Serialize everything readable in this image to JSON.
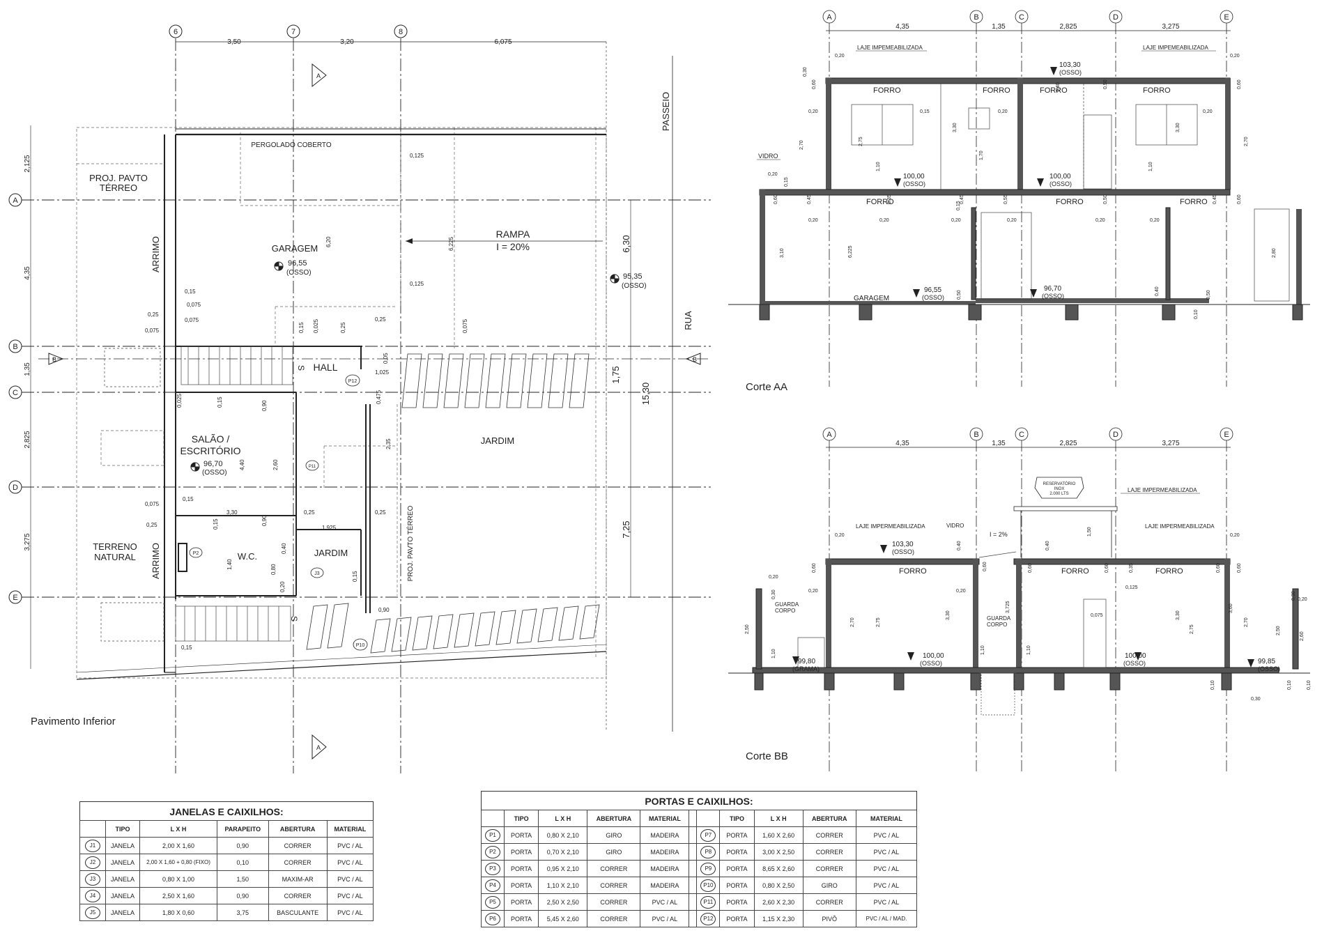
{
  "plan": {
    "title": "Pavimento Inferior",
    "axes_top": [
      "6",
      "7",
      "8"
    ],
    "axes_left": [
      "A",
      "B",
      "C",
      "D",
      "E"
    ],
    "dims_top": [
      "3,50",
      "3,20",
      "6,075"
    ],
    "dims_left": [
      "2,125",
      "4,35",
      "1,35",
      "2,825",
      "3,275"
    ],
    "dims_right": [
      "6,30",
      "1,75",
      "15,30",
      "7,25"
    ],
    "labels": {
      "proj_pavto_1": "PROJ. PAVTO",
      "proj_pavto_2": "TÉRREO",
      "pergolado": "PERGOLADO COBERTO",
      "garagem": "GARAGEM",
      "garagem_level": "96,55",
      "osso": "(OSSO)",
      "rampa": "RAMPA",
      "rampa_i": "I = 20%",
      "ext_level": "95,35",
      "passeio": "PASSEIO",
      "rua": "RUA",
      "hall": "HALL",
      "salao_1": "SALÃO /",
      "salao_2": "ESCRITÓRIO",
      "salao_level": "96,70",
      "jardim_big": "JARDIM",
      "jardim_small": "JARDIM",
      "wc": "W.C.",
      "terreno_1": "TERRENO",
      "terreno_2": "NATURAL",
      "arrimo": "ARRIMO",
      "proj_pavto_vert": "PROJ. PAVTO TÉRREO",
      "cut_a": "A",
      "cut_b": "B",
      "stair_s": "S",
      "p12": "P12",
      "p11": "P11",
      "p2": "P2",
      "p10": "P10",
      "j3": "J3"
    },
    "small_dims": [
      "0,125",
      "0,125",
      "0,15",
      "0,075",
      "0,075",
      "0,25",
      "0,075",
      "0,15",
      "0,025",
      "0,25",
      "0,25",
      "0,05",
      "1,025",
      "0,475",
      "2,35",
      "0,025",
      "0,15",
      "0,90",
      "2,60",
      "4,40",
      "0,15",
      "0,075",
      "0,25",
      "3,30",
      "0,15",
      "0,90",
      "0,25",
      "1,925",
      "0,25",
      "1,40",
      "0,80",
      "0,40",
      "0,20",
      "0,15",
      "0,15",
      "0,90",
      "6,20",
      "6,225",
      "0,075"
    ]
  },
  "corte_aa": {
    "title": "Corte AA",
    "axes": [
      "A",
      "B",
      "C",
      "D",
      "E"
    ],
    "dims": [
      "4,35",
      "1,35",
      "2,825",
      "3,275"
    ],
    "laje1": "LAJE IMPEMEABILIZADA",
    "laje2": "LAJE IMPEMEABILIZADA",
    "level_top": "103,30",
    "osso": "(OSSO)",
    "forro": "FORRO",
    "level_mid": "100,00",
    "vidro": "VIDRO",
    "garagem": "GARAGEM",
    "level_g1": "96,55",
    "level_g2": "96,70",
    "dims_small": [
      "0,20",
      "0,30",
      "0,60",
      "0,20",
      "2,70",
      "0,15",
      "2,75",
      "1,10",
      "3,30",
      "1,70",
      "0,20",
      "0,40",
      "0,50",
      "3,30",
      "1,10",
      "0,60",
      "0,20",
      "2,70",
      "0,20",
      "0,20",
      "0,15",
      "0,60",
      "0,45",
      "0,35",
      "0,15",
      "0,45",
      "0,55",
      "0,50",
      "0,45",
      "0,60",
      "0,20",
      "0,20",
      "0,20",
      "0,20",
      "0,20",
      "0,20",
      "3,10",
      "6,225",
      "2,80",
      "0,50",
      "0,40",
      "0,50",
      "0,10"
    ]
  },
  "corte_bb": {
    "title": "Corte BB",
    "axes": [
      "A",
      "B",
      "C",
      "D",
      "E"
    ],
    "dims": [
      "4,35",
      "1,35",
      "2,825",
      "3,275"
    ],
    "reservatorio_1": "RESERVATÓRIO",
    "reservatorio_2": "INOX",
    "reservatorio_3": "2.000 LTS",
    "laje_top": "LAJE IMPERMEABILIZADA",
    "laje1": "LAJE IMPERMEABILIZADA",
    "laje2": "LAJE IMPERMEABILIZADA",
    "vidro": "VIDRO",
    "slope": "I = 2%",
    "level_top": "103,30",
    "osso": "(OSSO)",
    "forro": "FORRO",
    "guarda": "GUARDA",
    "corpo": "CORPO",
    "level_grama": "99,80",
    "grama": "(GRAMA)",
    "level_mid": "100,00",
    "level_right": "99,85",
    "dims_small": [
      "0,20",
      "0,30",
      "0,60",
      "0,20",
      "2,50",
      "1,10",
      "2,70",
      "2,75",
      "3,30",
      "0,40",
      "0,60",
      "0,40",
      "0,20",
      "3,725",
      "1,10",
      "1,10",
      "1,50",
      "0,60",
      "0,35",
      "0,60",
      "0,125",
      "0,075",
      "3,30",
      "2,75",
      "3,60",
      "2,70",
      "2,50",
      "2,60",
      "0,20",
      "0,30",
      "0,10",
      "0,30",
      "0,10",
      "0,10",
      "0,20",
      "0,20",
      "0,60",
      "0,60"
    ]
  },
  "janelas": {
    "title": "JANELAS E CAIXILHOS:",
    "headers": [
      "",
      "TIPO",
      "L  X  H",
      "PARAPEITO",
      "ABERTURA",
      "MATERIAL"
    ],
    "rows": [
      [
        "J1",
        "JANELA",
        "2,00 X 1,60",
        "0,90",
        "CORRER",
        "PVC / AL"
      ],
      [
        "J2",
        "JANELA",
        "2,00 X 1,60 + 0,80 (FIXO)",
        "0,10",
        "CORRER",
        "PVC / AL"
      ],
      [
        "J3",
        "JANELA",
        "0,80 X 1,00",
        "1,50",
        "MAXIM-AR",
        "PVC / AL"
      ],
      [
        "J4",
        "JANELA",
        "2,50 X 1,60",
        "0,90",
        "CORRER",
        "PVC / AL"
      ],
      [
        "J5",
        "JANELA",
        "1,80 X 0,60",
        "3,75",
        "BASCULANTE",
        "PVC / AL"
      ]
    ]
  },
  "portas": {
    "title": "PORTAS E CAIXILHOS:",
    "headers": [
      "",
      "TIPO",
      "L  X  H",
      "ABERTURA",
      "MATERIAL"
    ],
    "left_rows": [
      [
        "P1",
        "PORTA",
        "0,80 X 2,10",
        "GIRO",
        "MADEIRA"
      ],
      [
        "P2",
        "PORTA",
        "0,70 X 2,10",
        "GIRO",
        "MADEIRA"
      ],
      [
        "P3",
        "PORTA",
        "0,95 X 2,10",
        "CORRER",
        "MADEIRA"
      ],
      [
        "P4",
        "PORTA",
        "1,10 X 2,10",
        "CORRER",
        "MADEIRA"
      ],
      [
        "P5",
        "PORTA",
        "2,50 X 2,50",
        "CORRER",
        "PVC / AL"
      ],
      [
        "P6",
        "PORTA",
        "5,45 X 2,60",
        "CORRER",
        "PVC / AL"
      ]
    ],
    "right_rows": [
      [
        "P7",
        "PORTA",
        "1,60 X 2,60",
        "CORRER",
        "PVC / AL"
      ],
      [
        "P8",
        "PORTA",
        "3,00 X 2,50",
        "CORRER",
        "PVC / AL"
      ],
      [
        "P9",
        "PORTA",
        "8,65 X 2,60",
        "CORRER",
        "PVC / AL"
      ],
      [
        "P10",
        "PORTA",
        "0,80 X 2,50",
        "GIRO",
        "PVC / AL"
      ],
      [
        "P11",
        "PORTA",
        "2,60 X 2,30",
        "CORRER",
        "PVC / AL"
      ],
      [
        "P12",
        "PORTA",
        "1,15 X 2,30",
        "PIVÔ",
        "PVC / AL / MAD."
      ]
    ]
  }
}
